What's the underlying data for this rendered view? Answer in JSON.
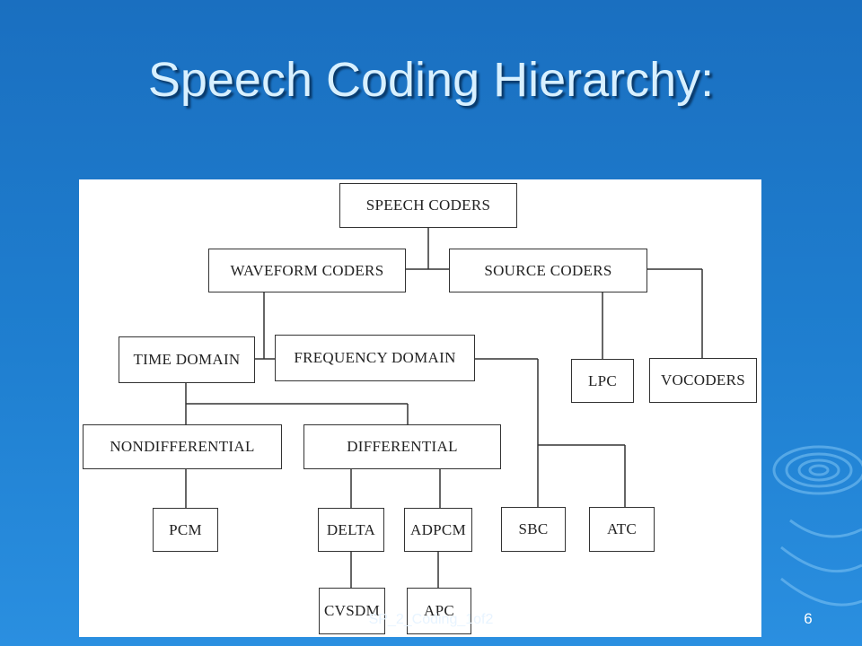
{
  "slide": {
    "title": "Speech Coding Hierarchy:",
    "footer": "SP_2_Coding_1of2",
    "page_number": "6"
  },
  "diagram": {
    "nodes": {
      "speech_coders": "SPEECH CODERS",
      "waveform_coders": "WAVEFORM CODERS",
      "source_coders": "SOURCE CODERS",
      "time_domain": "TIME DOMAIN",
      "frequency_domain": "FREQUENCY DOMAIN",
      "lpc": "LPC",
      "vocoders": "VOCODERS",
      "nondifferential": "NONDIFFERENTIAL",
      "differential": "DIFFERENTIAL",
      "pcm": "PCM",
      "delta": "DELTA",
      "adpcm": "ADPCM",
      "sbc": "SBC",
      "atc": "ATC",
      "cvsdm": "CVSDM",
      "apc": "APC"
    }
  },
  "colors": {
    "background": "#1f7fd0",
    "title": "#d8f0ff"
  }
}
